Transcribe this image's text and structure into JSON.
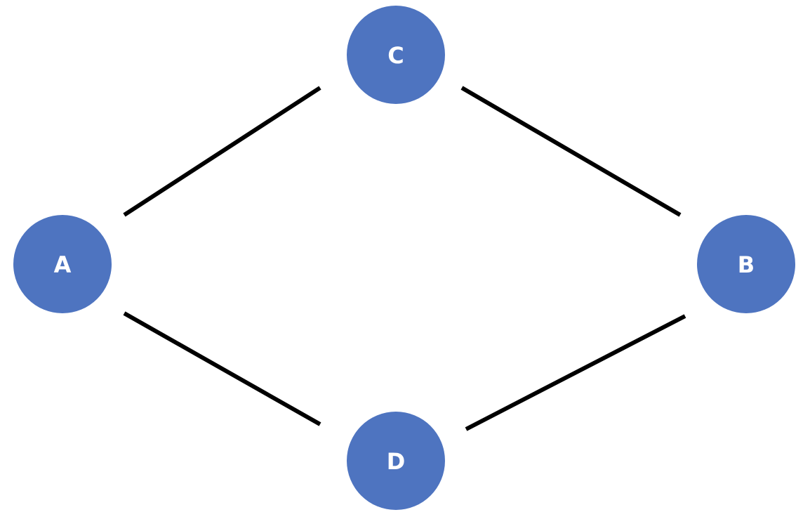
{
  "colors": {
    "node_fill": "#4e74c0",
    "node_text": "#ffffff",
    "edge": "#000000",
    "background": "#ffffff"
  },
  "nodes": [
    {
      "id": "A",
      "label": "A"
    },
    {
      "id": "C",
      "label": "C"
    },
    {
      "id": "B",
      "label": "B"
    },
    {
      "id": "D",
      "label": "D"
    }
  ],
  "edges": [
    {
      "from": "A",
      "to": "C"
    },
    {
      "from": "C",
      "to": "B"
    },
    {
      "from": "A",
      "to": "D"
    },
    {
      "from": "D",
      "to": "B"
    }
  ]
}
